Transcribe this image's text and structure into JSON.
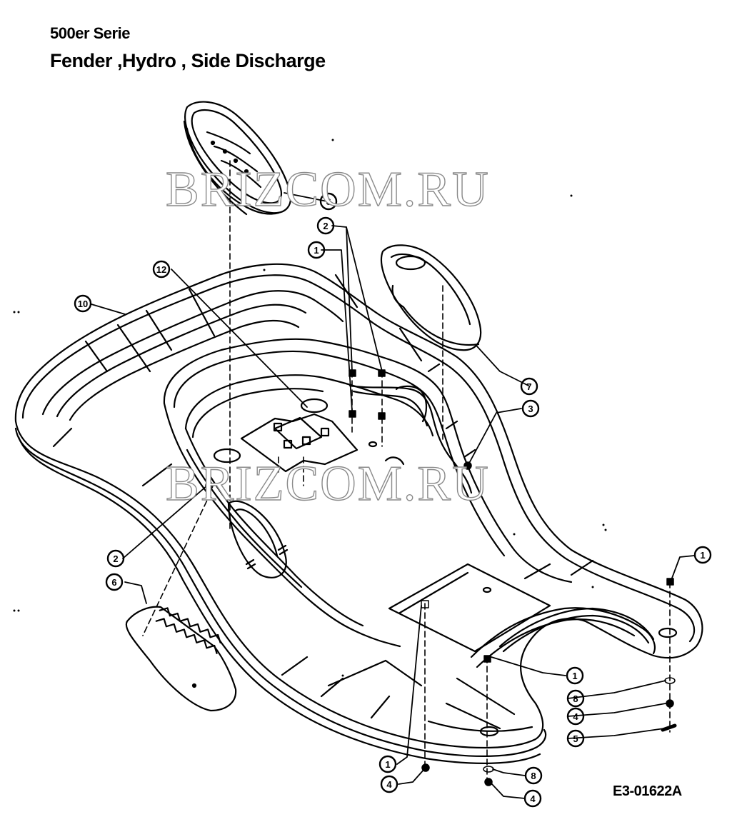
{
  "header": {
    "series": "500er Serie",
    "title": "Fender ,Hydro , Side Discharge"
  },
  "drawing_code": "E3-01622A",
  "watermark": "BRIZCOM.RU",
  "callouts": [
    {
      "id": "c12",
      "label": "12"
    },
    {
      "id": "c10",
      "label": "10"
    },
    {
      "id": "c6top",
      "label": "6"
    },
    {
      "id": "c2top",
      "label": "2"
    },
    {
      "id": "c1top",
      "label": "1"
    },
    {
      "id": "c7",
      "label": "7"
    },
    {
      "id": "c3",
      "label": "3"
    },
    {
      "id": "c2left",
      "label": "2"
    },
    {
      "id": "c6left",
      "label": "6"
    },
    {
      "id": "c1right",
      "label": "1"
    },
    {
      "id": "c1mid",
      "label": "1"
    },
    {
      "id": "c8right",
      "label": "8"
    },
    {
      "id": "c4right",
      "label": "4"
    },
    {
      "id": "c5",
      "label": "5"
    },
    {
      "id": "c1bottom",
      "label": "1"
    },
    {
      "id": "c4bottom",
      "label": "4"
    },
    {
      "id": "c8bottom",
      "label": "8"
    },
    {
      "id": "c4bottom2",
      "label": "4"
    }
  ]
}
